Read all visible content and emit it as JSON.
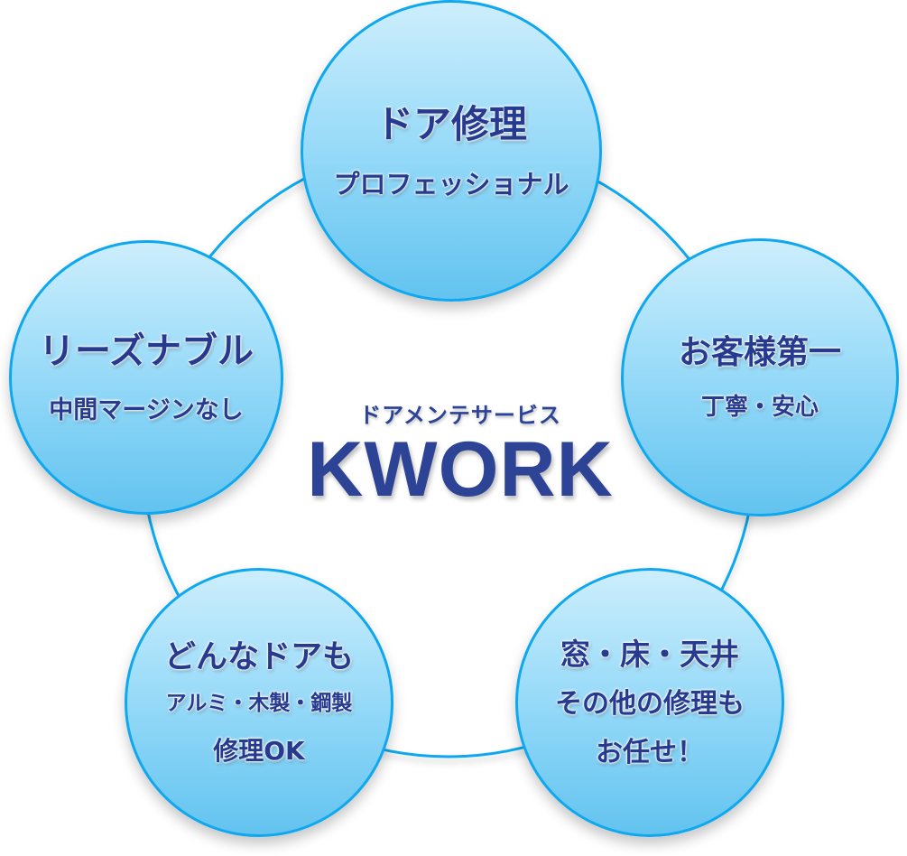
{
  "colors": {
    "ring_stroke": "#0fa8ee",
    "text_primary": "#263b8f",
    "node_gradient_top": "#cdeefc",
    "node_gradient_bottom": "#63c3ef",
    "background": "#ffffff"
  },
  "center": {
    "subtitle": "ドアメンテサービス",
    "brand": "KWORK"
  },
  "nodes": {
    "top": {
      "title": "ドア修理",
      "lines": [
        "プロフェッショナル"
      ]
    },
    "right": {
      "title": "お客様第一",
      "lines": [
        "丁寧・安心"
      ]
    },
    "bottom_right": {
      "title": "窓・床・天井",
      "lines": [
        "その他の修理も",
        "お任せ！"
      ]
    },
    "bottom_left": {
      "title": "どんなドアも",
      "lines": [
        "アルミ・木製・鋼製",
        "修理OK"
      ]
    },
    "left": {
      "title": "リーズナブル",
      "lines": [
        "中間マージンなし"
      ]
    }
  }
}
